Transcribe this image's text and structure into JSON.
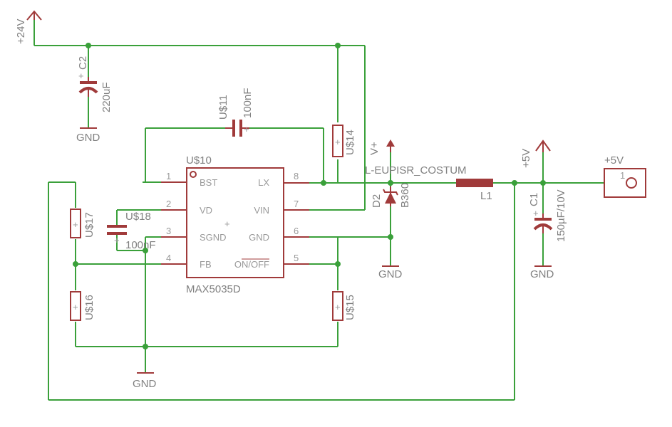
{
  "supplies": {
    "plus24v": "+24V",
    "vplus": "V+",
    "plus5v_sym": "+5V",
    "plus5v_conn": "+5V",
    "gnd1": "GND",
    "gnd2": "GND",
    "gnd3": "GND",
    "gnd4": "GND"
  },
  "components": {
    "c2": {
      "name": "C2",
      "value": "220uF"
    },
    "u11": {
      "name": "U$11",
      "value": "100nF"
    },
    "u14": {
      "name": "U$14"
    },
    "u10": {
      "name": "U$10",
      "value": "MAX5035D"
    },
    "u17": {
      "name": "U$17"
    },
    "u18": {
      "name": "U$18",
      "value": "100nF"
    },
    "u16": {
      "name": "U$16"
    },
    "u15": {
      "name": "U$15"
    },
    "d2": {
      "name": "D2",
      "value": "B360"
    },
    "l1": {
      "name": "L1",
      "value": "L-EUPISR_COSTUM"
    },
    "c1": {
      "name": "C1",
      "value": "150µF/10V"
    },
    "conn": {
      "pin": "1"
    }
  },
  "ic_pins_left": [
    {
      "num": "1",
      "name": "BST"
    },
    {
      "num": "2",
      "name": "VD"
    },
    {
      "num": "3",
      "name": "SGND"
    },
    {
      "num": "4",
      "name": "FB"
    }
  ],
  "ic_pins_right": [
    {
      "num": "8",
      "name": "LX"
    },
    {
      "num": "7",
      "name": "VIN"
    },
    {
      "num": "6",
      "name": "GND"
    },
    {
      "num": "5",
      "name": "ON/OFF"
    }
  ]
}
